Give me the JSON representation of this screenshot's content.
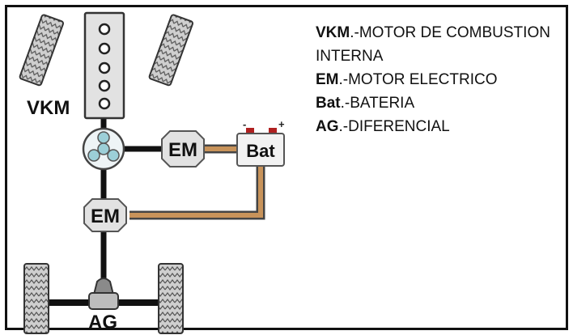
{
  "diagram": {
    "labels": {
      "engine": "VKM",
      "motor_top": "EM",
      "motor_bottom": "EM",
      "battery": "Bat",
      "differential": "AG"
    },
    "battery_terminals": {
      "negative": "-",
      "positive": "+"
    },
    "colors": {
      "link_mechanical": "#111111",
      "link_electrical": "#c8935a",
      "component_fill": "#e2e2e2",
      "tire_fill": "#cfcfcf",
      "battery_terminal": "#b02020"
    }
  },
  "legend": {
    "items": [
      {
        "term": "VKM",
        "separator": ".-",
        "text": "MOTOR DE COMBUSTION"
      },
      {
        "term": "",
        "separator": "",
        "text": "INTERNA"
      },
      {
        "term": "EM",
        "separator": ".-",
        "text": "MOTOR ELECTRICO"
      },
      {
        "term": "Bat",
        "separator": ".-",
        "text": "BATERIA"
      },
      {
        "term": "AG",
        "separator": ".-",
        "text": "DIFERENCIAL"
      }
    ]
  }
}
